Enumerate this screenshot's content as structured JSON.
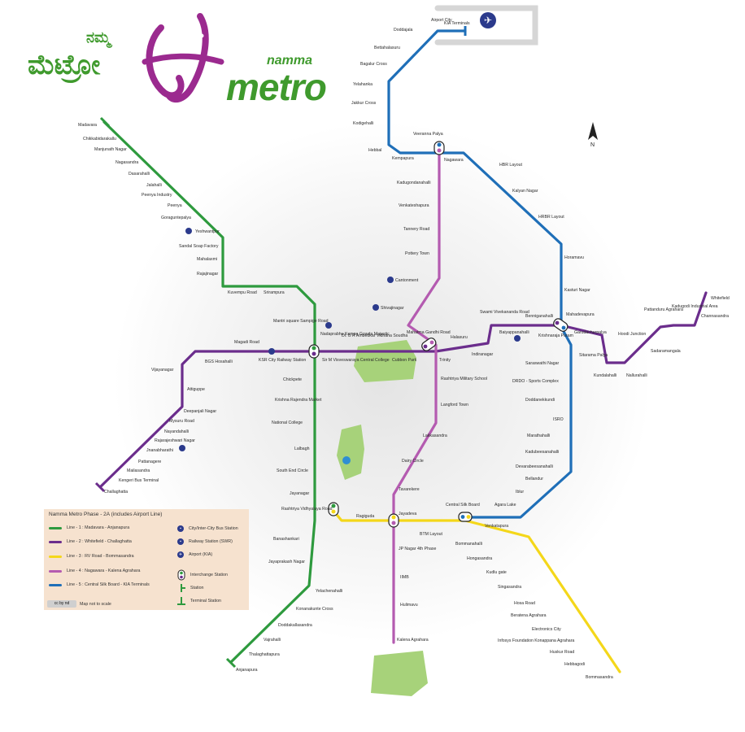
{
  "logo": {
    "kannada_small": "ನಮ್ಮ",
    "kannada_big": "ಮೆಟ್ರೋ",
    "english_small": "namma",
    "english_big": "metro"
  },
  "north_label": "N",
  "legend": {
    "title": "Namma Metro Phase - 2A (includes Airport Line)",
    "lines": [
      {
        "label": "Line - 1 : Madavara - Anjanapura",
        "color": "#2e9a3e"
      },
      {
        "label": "Line - 2 : Whitefield - Challaghatta",
        "color": "#6b2d8c"
      },
      {
        "label": "Line - 3 : RV Road - Bommasandra",
        "color": "#f4d71a"
      },
      {
        "label": "Line - 4 : Nagawara - Kalena Agrahara",
        "color": "#b45bb0"
      },
      {
        "label": "Line - 5 : Central Silk Board - KIA Terminals",
        "color": "#1f6fb8"
      }
    ],
    "icons": [
      {
        "label": "City/Inter-City Bus Station",
        "icon": "bus-station-icon"
      },
      {
        "label": "Railway Station (SWR)",
        "icon": "railway-station-icon"
      },
      {
        "label": "Airport (KIA)",
        "icon": "airport-icon"
      },
      {
        "label": "Interchange Station",
        "icon": "interchange-icon"
      },
      {
        "label": "Station",
        "icon": "station-tick-icon"
      },
      {
        "label": "Terminal Station",
        "icon": "terminal-icon"
      }
    ],
    "license": "cc by nd",
    "scale_note": "Map not to scale"
  },
  "colors": {
    "green": "#2e9a3e",
    "purple": "#6b2d8c",
    "yellow": "#f4d71a",
    "pink": "#b45bb0",
    "blue": "#1f6fb8",
    "park": "#a7d27a",
    "legend_bg": "#f6e2cf"
  },
  "stations": {
    "airport_city": "Airport City",
    "kia_terminals": "KIA Terminals",
    "doddajala": "Doddajala",
    "bettahalasuru": "Bettahalasuru",
    "bagalur_cross": "Bagalur Cross",
    "yelahanka": "Yelahanka",
    "jakkur_cross": "Jakkur Cross",
    "kodigehalli": "Kodigehalli",
    "hebbal": "Hebbal",
    "kempapura": "Kempapura",
    "veeranna_palya": "Veeranna Palya",
    "nagawara": "Nagawara",
    "hbr_layout": "HBR Layout",
    "kalyan_nagar": "Kalyan Nagar",
    "hrbr_layout": "HRBR Layout",
    "horamavu": "Horamavu",
    "kasturi_nagar": "Kasturi Nagar",
    "kadugondanahalli": "Kadugondanahalli",
    "venkateshapura": "Venkateshapura",
    "tannery_road": "Tannery Road",
    "pottery_town": "Pottery Town",
    "cantonment": "Cantonment",
    "shivajinagar": "Shivajinagar",
    "mg_road": "Mahatma Gandhi Road",
    "madavara": "Madavara",
    "chikkabidarakallu": "Chikkabidarakallu",
    "manjunath_nagar": "Manjunath Nagar",
    "nagasandra": "Nagasandra",
    "dasarahalli": "Dasarahalli",
    "jalahalli": "Jalahalli",
    "peenya_industry": "Peenya Industry",
    "peenya": "Peenya",
    "goraguntepalya": "Goraguntepalya",
    "yeshwantpur": "Yeshwantpur",
    "sandal_soap_factory": "Sandal Soap Factory",
    "mahalaxmi": "Mahalaxmi",
    "rajajinagar": "Rajajinagar",
    "kuvempu_road": "Kuvempu Road",
    "srirampura": "Srirampura",
    "mantri_square": "Mantri square Sampige Road",
    "majestic": "Nadaprabhu Kempe Gowda Majestic",
    "chickpete": "Chickpete",
    "kr_market": "Krishna Rajendra Market",
    "national_college": "National College",
    "lalbagh": "Lalbagh",
    "south_end_circle": "South End Circle",
    "jayanagar": "Jayanagar",
    "rv_road": "Rashtriya Vidhyalaya Road",
    "banashankari": "Banashankari",
    "jp_nagar": "Jayaprakash Nagar",
    "yelachenahalli": "Yelachenahalli",
    "konanakunte_cross": "Konanakunte Cross",
    "doddakallasandra": "Doddakallasandra",
    "vajrahalli": "Vajrahalli",
    "thalaghattapura": "Thalaghattapura",
    "anjanapura": "Anjanapura",
    "magadi_road": "Magadi Road",
    "bgs_hosahalli": "BGS Hosahalli",
    "ksr_city": "KSR City Railway Station",
    "vijayanagar": "Vijayanagar",
    "attiguppe": "Attiguppe",
    "deepanjali_nagar": "Deepanjali Nagar",
    "mysuru_road": "Mysuru Road",
    "nayandahalli": "Nayandahalli",
    "rajarajeshwari_nagar": "Rajarajeshwari Nagar",
    "jnanabharathi": "Jnanabharathi",
    "pattanagere": "Pattanagere",
    "mailasandra": "Mailasandra",
    "kengeri_bus_terminal": "Kengeri Bus Terminal",
    "challaghatta": "Challaghatta",
    "vidhana_soudha": "Dr. B R Ambedkar Vidhana Soudha",
    "sir_mv": "Sir M Visveswaraya Central College",
    "cubbon_park": "Cubbon Park",
    "trinity": "Trinity",
    "halasuru": "Halasuru",
    "indiranagar": "Indiranagar",
    "swami_vivekananda": "Swami Vivekananda Road",
    "baiyappanahalli": "Baiyappanahalli",
    "benniganahalli": "Benniganahalli",
    "kr_puram": "Krishnaraja Puram",
    "mahadevapura": "Mahadevapura",
    "garudacharpalya": "Garudacharpalya",
    "hoodi_junction": "Hoodi Junction",
    "sitarama_palya": "Sitarama Palya",
    "kundalahalli": "Kundalahalli",
    "nallurahalli": "Nallurahalli",
    "sadaramangala": "Sadaramangala",
    "pattanduru": "Pattanduru Agrahara",
    "kadugodi": "Kadugodi Industrial Area",
    "channasandra": "Channasandra",
    "whitefield": "Whitefield",
    "rashtriya_military": "Rashtriya Military School",
    "langford_town": "Langford Town",
    "lakkasandra": "Lakkasandra",
    "dairy_circle": "Dairy Circle",
    "tavarekere": "Tavarekere",
    "jayadeva": "Jayadeva",
    "jp_nagar_4th": "JP Nagar 4th Phase",
    "iimb": "IIMB",
    "hulimavu": "Hulimavu",
    "kalena_agrahara": "Kalena Agrahara",
    "ragiguda": "Ragiguda",
    "btm_layout": "BTM Layout",
    "central_silk_board": "Central Silk Board",
    "saraswathi_nagar": "Saraswathi Nagar",
    "drdo": "DRDO - Sports Complex",
    "doddanekkundi": "Doddanekkundi",
    "isro": "ISRO",
    "marathahalli": "Marathahalli",
    "kadubeesanahalli": "Kadubeesanahalli",
    "devarabeesanahalli": "Devarabeesanahalli",
    "bellandur": "Bellandur",
    "iblur": "Iblur",
    "agara_lake": "Agara Lake",
    "venkatapura": "Venkatapura",
    "bommanahalli": "Bommanahalli",
    "hongasandra": "Hongasandra",
    "kudlu_gate": "Kudlu gate",
    "singasandra": "Singasandra",
    "hosa_road": "Hosa Road",
    "beratena_agrahara": "Beratena Agrahara",
    "electronics_city": "Electronics City",
    "infosys": "Infosys Foundation Konappana Agrahara",
    "huskur_road": "Huskur Road",
    "hebbagodi": "Hebbagodi",
    "bommasandra": "Bommasandra"
  }
}
